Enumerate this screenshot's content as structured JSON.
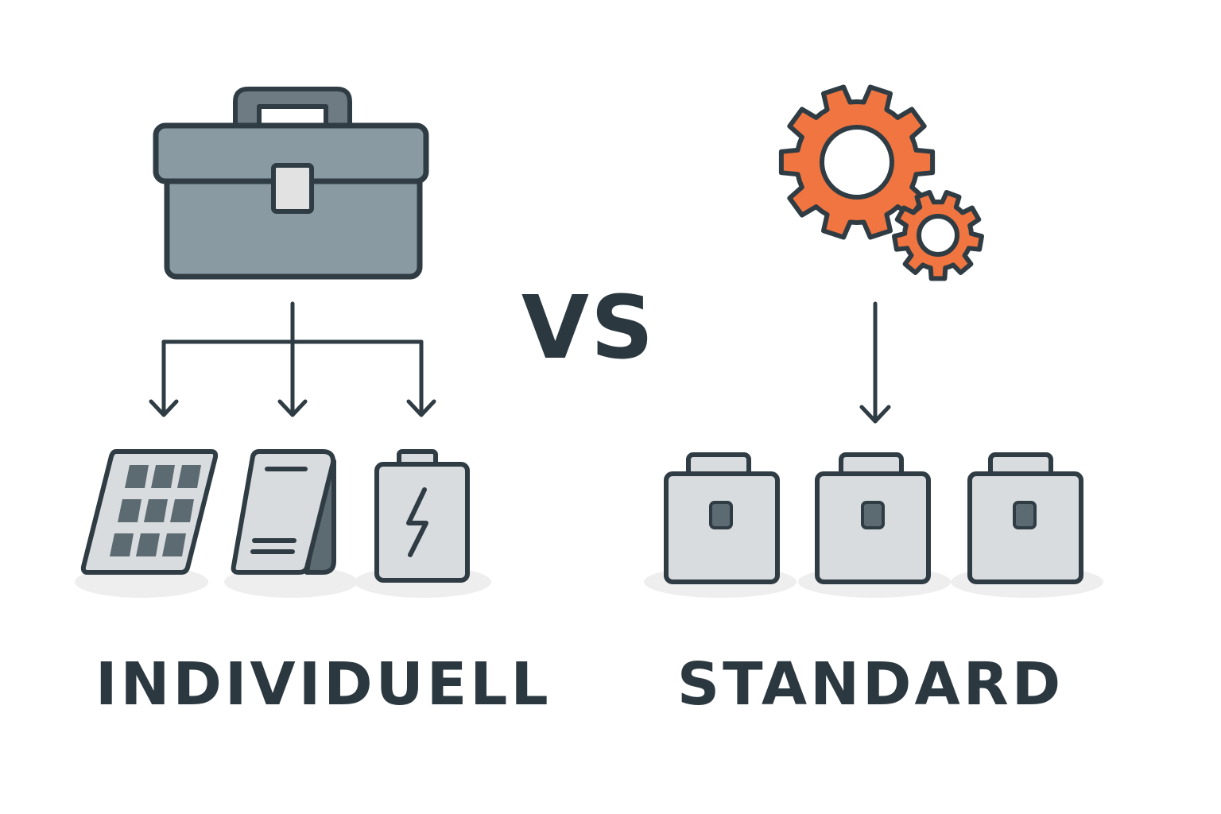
{
  "vs_label": "VS",
  "left_panel": {
    "label": "INDIVIDUELL",
    "top_icon": "toolbox-icon",
    "items": [
      "solar-panel-icon",
      "document-panel-icon",
      "battery-icon"
    ]
  },
  "right_panel": {
    "label": "STANDARD",
    "top_icon": "gears-icon",
    "items": [
      "standard-box-icon",
      "standard-box-icon",
      "standard-box-icon"
    ]
  },
  "colors": {
    "outline": "#2f3c44",
    "toolbox_fill": "#8a9aa2",
    "toolbox_handle": "#6e7b82",
    "gear_fill": "#f07540",
    "item_fill": "#d9dcde",
    "cell_fill": "#5c6a72",
    "shadow": "#eeeeee",
    "text": "#2b3840"
  }
}
